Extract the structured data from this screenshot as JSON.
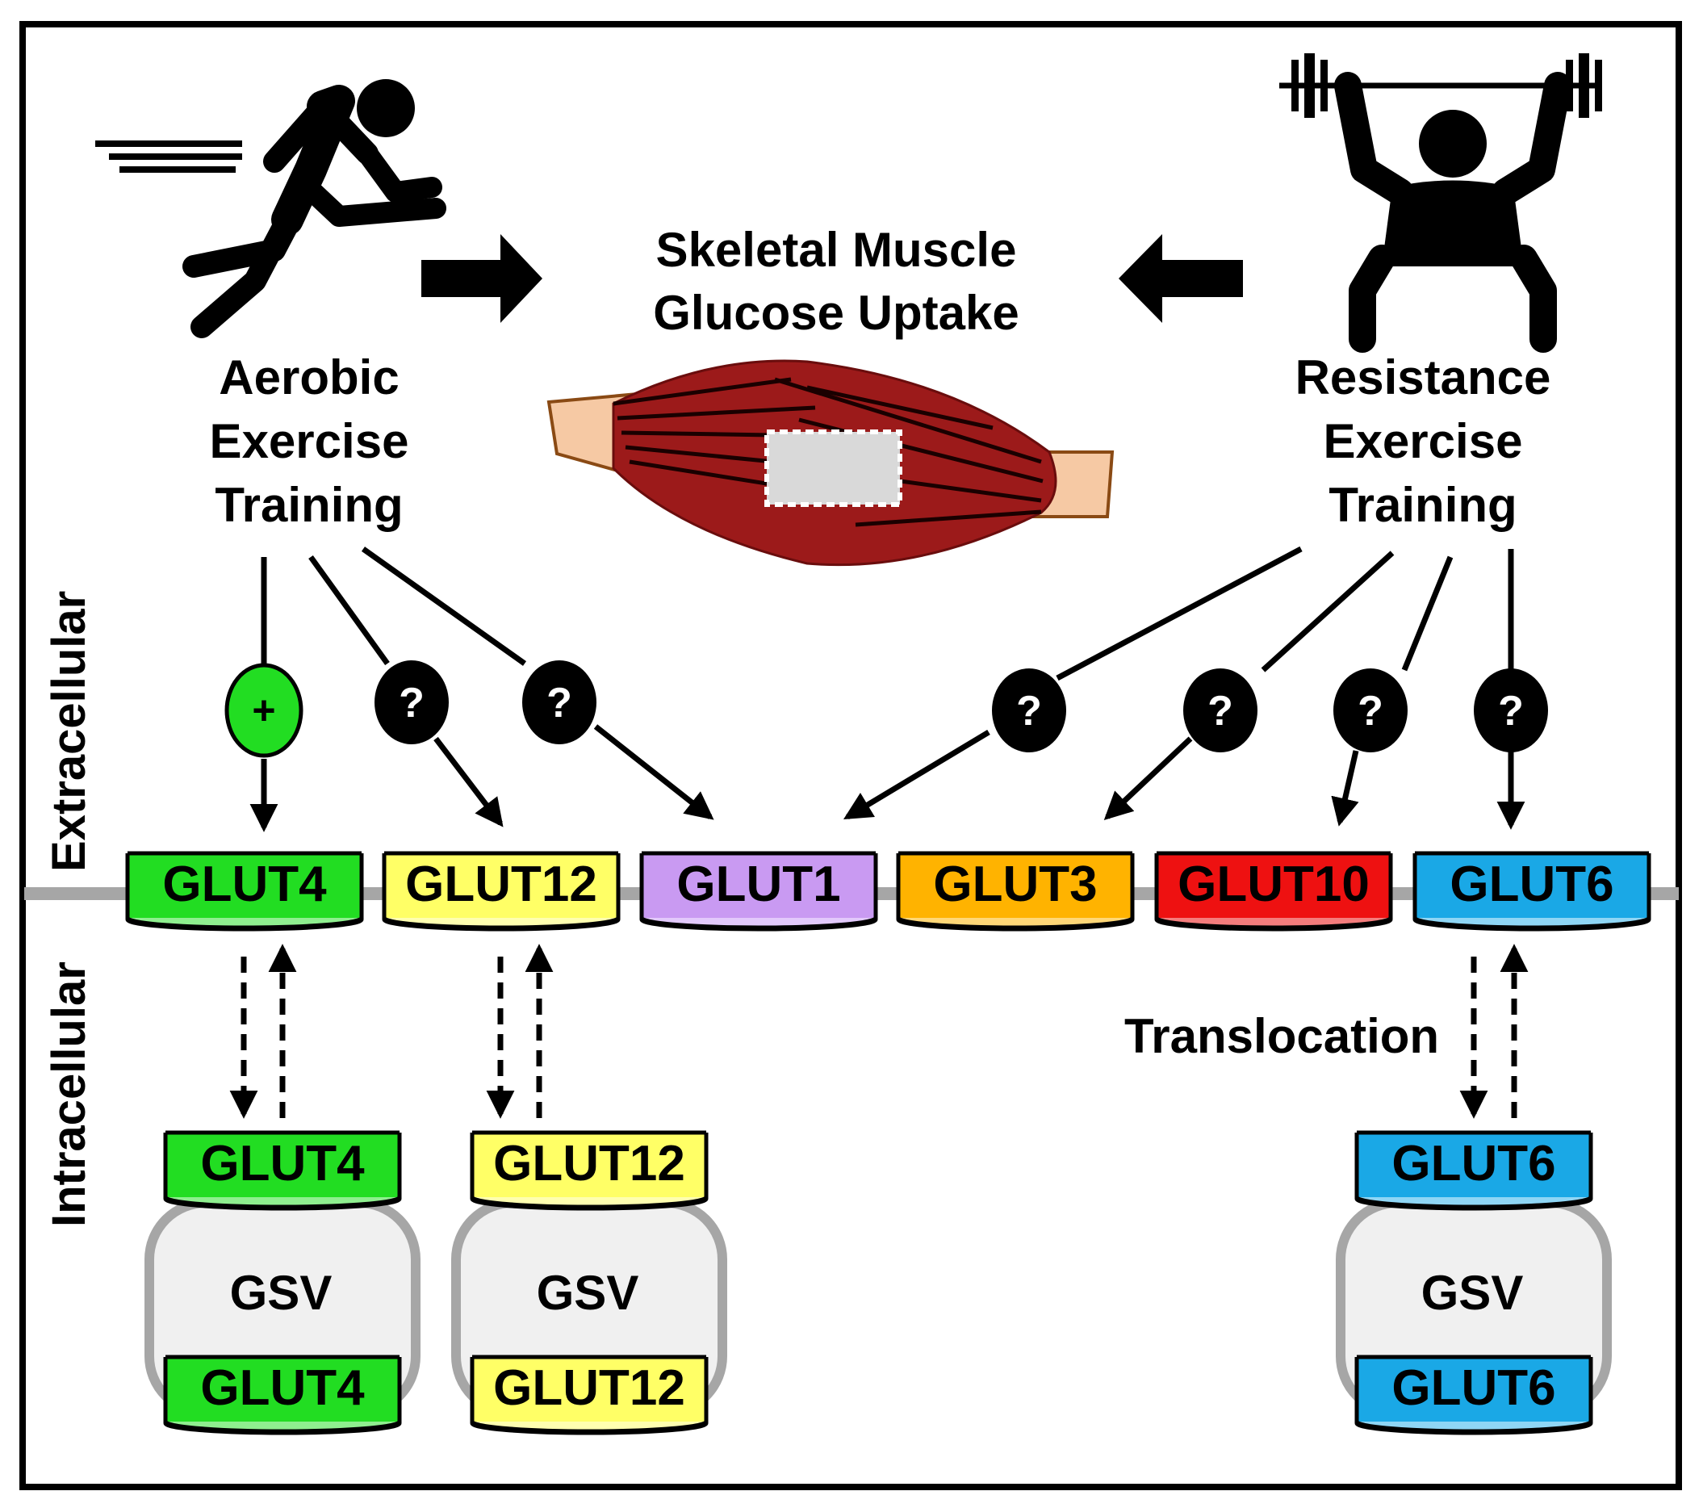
{
  "central": {
    "line1": "Skeletal Muscle",
    "line2": "Glucose Uptake"
  },
  "aerobic": {
    "line1": "Aerobic",
    "line2": "Exercise",
    "line3": "Training"
  },
  "resistance": {
    "line1": "Resistance",
    "line2": "Exercise",
    "line3": "Training"
  },
  "side_labels": {
    "extracellular": "Extracellular",
    "intracellular": "Intracellular"
  },
  "membrane_transporters": [
    {
      "label": "GLUT4",
      "color": "#22dd22",
      "light": "#8fef8f"
    },
    {
      "label": "GLUT12",
      "color": "#ffff66",
      "light": "#ffffb0"
    },
    {
      "label": "GLUT1",
      "color": "#c99af2",
      "light": "#e2c9fb"
    },
    {
      "label": "GLUT3",
      "color": "#ffb300",
      "light": "#ffd777"
    },
    {
      "label": "GLUT10",
      "color": "#ee1111",
      "light": "#f47c7c"
    },
    {
      "label": "GLUT6",
      "color": "#1aa8e6",
      "light": "#8fd6f5"
    }
  ],
  "markers": {
    "positive": "+",
    "unknown": "?"
  },
  "translocation": "Translocation",
  "vesicles": [
    {
      "label": "GSV",
      "top": "GLUT4",
      "bottom": "GLUT4"
    },
    {
      "label": "GSV",
      "top": "GLUT12",
      "bottom": "GLUT12"
    },
    {
      "label": "GSV",
      "top": "GLUT6",
      "bottom": "GLUT6"
    }
  ],
  "colors": {
    "membrane": "#a6a6a6",
    "vesicle_fill": "#f0f0f0",
    "muscle": "#9c1a1a",
    "tendon": "#f6c9a4",
    "positive": "#22dd22",
    "unknown": "#000000"
  }
}
